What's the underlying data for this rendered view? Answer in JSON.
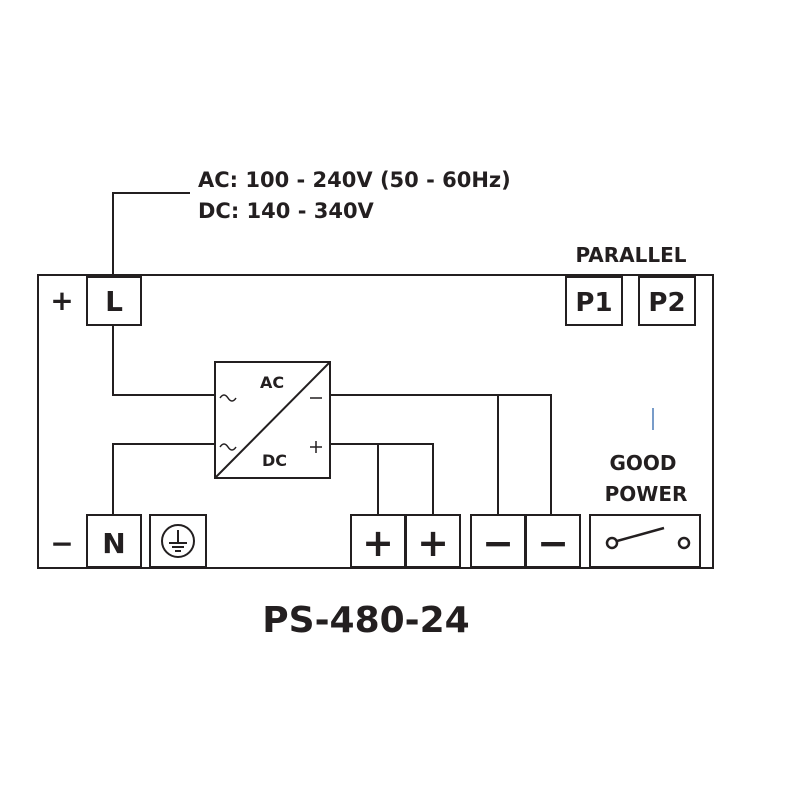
{
  "spec": {
    "ac_line": "AC: 100 - 240V (50 - 60Hz)",
    "dc_line": "DC: 140 - 340V"
  },
  "parallel": {
    "title": "PARALLEL",
    "p1": "P1",
    "p2": "P2"
  },
  "input": {
    "plus_sign": "+",
    "minus_sign": "−",
    "line_terminal": "L",
    "neutral_terminal": "N"
  },
  "converter": {
    "ac_label": "AC",
    "dc_label": "DC",
    "ac_symbol": "~",
    "minus_sign": "−",
    "plus_sign": "+"
  },
  "outputs": {
    "plus_1": "+",
    "plus_2": "+",
    "minus_1": "−",
    "minus_2": "−"
  },
  "good_power": {
    "line1": "GOOD",
    "line2": "POWER"
  },
  "model": "PS-480-24",
  "colors": {
    "ink": "#231f20",
    "marker": "#4a7bb7",
    "background": "#ffffff"
  }
}
